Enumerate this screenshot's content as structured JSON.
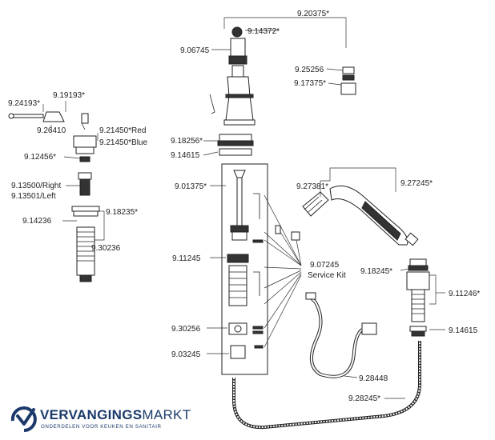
{
  "part_labels": {
    "p20375": "9.20375*",
    "p14372": "9.14372*",
    "p06745": "9.06745",
    "p25256": "9.25256",
    "p17375": "9.17375*",
    "p24193": "9.24193*",
    "p19193": "9.19193*",
    "p26410": "9.26410",
    "p21450red": "9.21450*Red",
    "p21450blue": "9.21450*Blue",
    "p12456": "9.12456*",
    "p18256": "9.18256*",
    "p14615a": "9.14615",
    "p13500": "9.13500/Right",
    "p13501": "9.13501/Left",
    "p18235": "9.18235*",
    "p01375": "9.01375*",
    "p27381": "9.27381*",
    "p27245": "9.27245*",
    "p14236": "9.14236",
    "p30236": "9.30236",
    "p11245": "9.11245",
    "p07245": "9.07245",
    "service_kit": "Service Kit",
    "p18245": "9.18245*",
    "p11246": "9.11246*",
    "p30256": "9.30256",
    "p14615b": "9.14615",
    "p03245": "9.03245",
    "p28448": "9.28448",
    "p28245": "9.28245*"
  },
  "brand": {
    "name_bold": "VERVANGINGS",
    "name_light": "MARKT",
    "tagline": "ONDERDELEN VOOR KEUKEN EN SANITAIR",
    "color": "#1b3a6b"
  }
}
